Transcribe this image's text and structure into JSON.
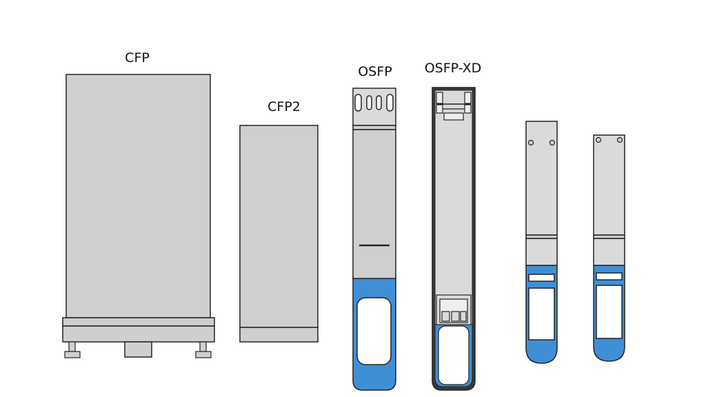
{
  "modules": [
    {
      "id": "cfp",
      "label": "CFP"
    },
    {
      "id": "cfp2",
      "label": "CFP2"
    },
    {
      "id": "osfp",
      "label": "OSFP"
    },
    {
      "id": "osfp-xd",
      "label": "OSFP-XD"
    },
    {
      "id": "qsfp-a",
      "label": ""
    },
    {
      "id": "qsfp-b",
      "label": ""
    }
  ],
  "colors": {
    "body": "#cfcfcf",
    "body_light": "#dadada",
    "pull_tab": "#3f8fd6",
    "outline": "#222222",
    "window": "#ffffff"
  }
}
